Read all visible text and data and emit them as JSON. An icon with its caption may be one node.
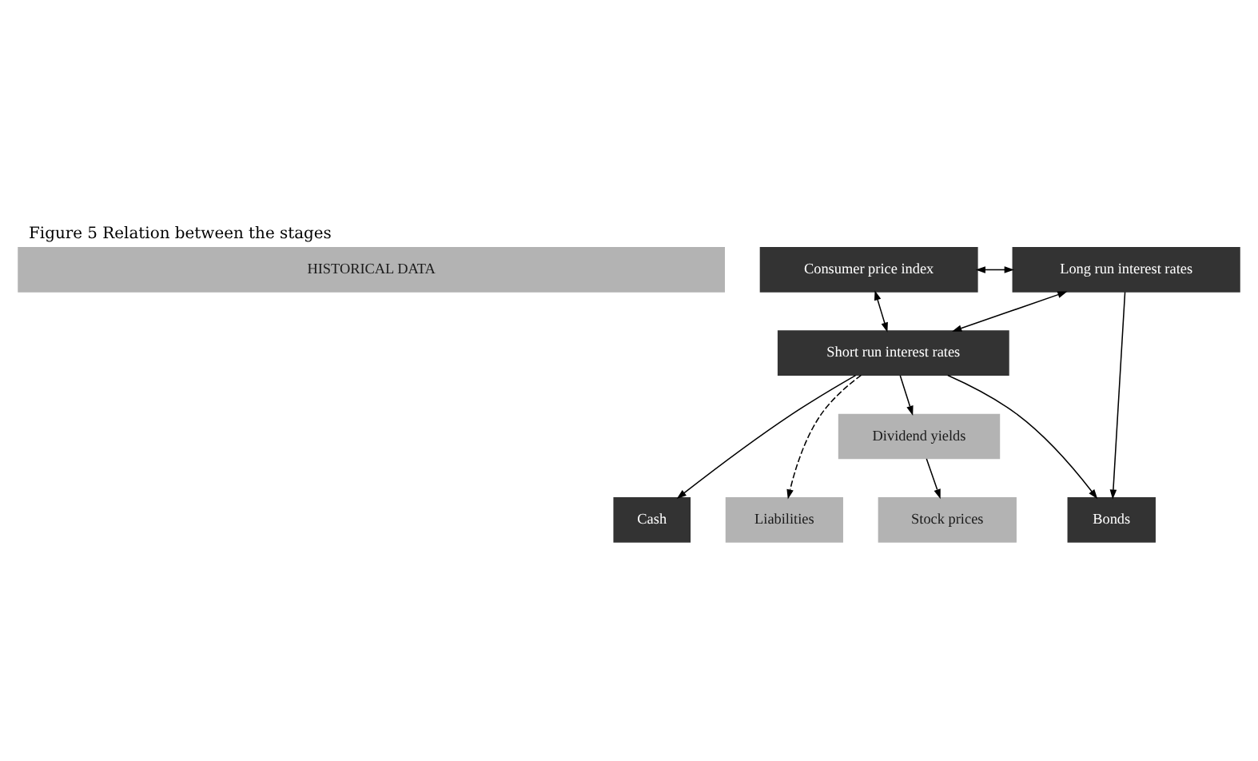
{
  "diagram": {
    "title": "Figure 5 Relation between the stages",
    "nodes": [
      {
        "text": [
          "HISTORICAL DATA"
        ]
      },
      {
        "text": [
          "Long run interest rates"
        ]
      },
      {
        "text": [
          "Consumer price index"
        ]
      },
      {
        "text": [
          "Short run interest rates"
        ]
      },
      {
        "text": [
          "Dividend yields"
        ]
      },
      {
        "text": [
          "Liabilities"
        ]
      },
      {
        "text": [
          "Bonds"
        ]
      },
      {
        "text": [
          "Cash"
        ]
      },
      {
        "text": [
          "Stock prices"
        ]
      }
    ],
    "edges": [
      {
        "from": 1,
        "to": 2,
        "arrow": "both"
      },
      {
        "from": 1,
        "to": 3,
        "arrow": "both"
      },
      {
        "from": 3,
        "to": 2,
        "arrow": "both"
      },
      {
        "from": 3,
        "to": 5,
        "arrow": "to",
        "style": "dashed"
      },
      {
        "from": 3,
        "to": 6,
        "arrow": "to"
      },
      {
        "from": 3,
        "to": 7,
        "arrow": "to"
      },
      {
        "from": 3,
        "to": 4,
        "arrow": "to"
      },
      {
        "from": 4,
        "to": 8,
        "arrow": "to"
      },
      {
        "from": 1,
        "to": 6,
        "arrow": "to"
      }
    ]
  }
}
